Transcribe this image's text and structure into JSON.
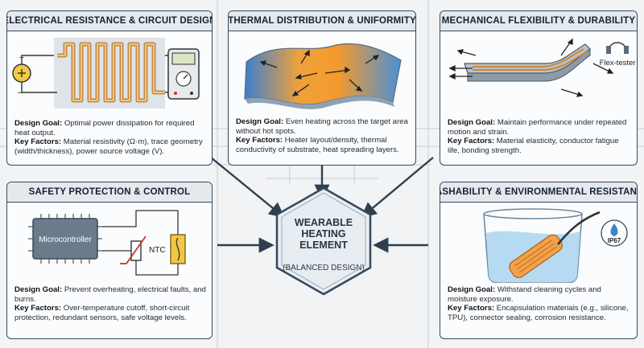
{
  "center": {
    "title_line1": "WEARABLE",
    "title_line2": "HEATING",
    "title_line3": "ELEMENT",
    "subtitle": "(BALANCED DESIGN)"
  },
  "cards": {
    "electrical": {
      "title": "ELECTRICAL RESISTANCE & CIRCUIT DESIGN",
      "goal_label": "Design Goal:",
      "goal_text": " Optimal power dissipation for required heat output.",
      "factors_label": "Key Factors:",
      "factors_text": " Material resistivity (Ω·m), trace geometry (width/thickness), power source voltage (V).",
      "plus": "+",
      "minus": "−"
    },
    "thermal": {
      "title": "THERMAL DISTRIBUTION & UNIFORMITY",
      "goal_label": "Design Goal:",
      "goal_text": " Even heating across the target area without hot spots.",
      "factors_label": "Key Factors:",
      "factors_text": " Heater layout/density, thermal conductivity of substrate, heat spreading layers."
    },
    "mechanical": {
      "title": "MECHANICAL FLEXIBILITY & DURABILITY",
      "goal_label": "Design Goal:",
      "goal_text": " Maintain performance under repeated motion and strain.",
      "factors_label": "Key Factors:",
      "factors_text": " Material elasticity, conductor fatigue life, bonding strength.",
      "tester_label": "Flex-tester"
    },
    "safety": {
      "title": "SAFETY PROTECTION & CONTROL",
      "goal_label": "Design Goal:",
      "goal_text": " Prevent overheating, electrical faults, and burns.",
      "factors_label": "Key Factors:",
      "factors_text": " Over-temperature cutoff, short-circuit protection, redundant sensors, safe voltage levels.",
      "mcu_label": "Microcontroller",
      "ntc_label": "NTC"
    },
    "washability": {
      "title": "WASHABILITY & ENVIRONMENTAL RESISTANCE",
      "goal_label": "Design Goal:",
      "goal_text": " Withstand cleaning cycles and moisture exposure.",
      "factors_label": "Key Factors:",
      "factors_text": " Encapsulation materials (e.g., silicone, TPU), connector sealing, corrosion resistance.",
      "ip_label": "IP67"
    }
  },
  "colors": {
    "border": "#34495e",
    "arrow": "#2f3f4f",
    "trace": "#c8893a",
    "hot": "#f08a24",
    "cool": "#4a90d9",
    "water": "#a9d4ef"
  }
}
